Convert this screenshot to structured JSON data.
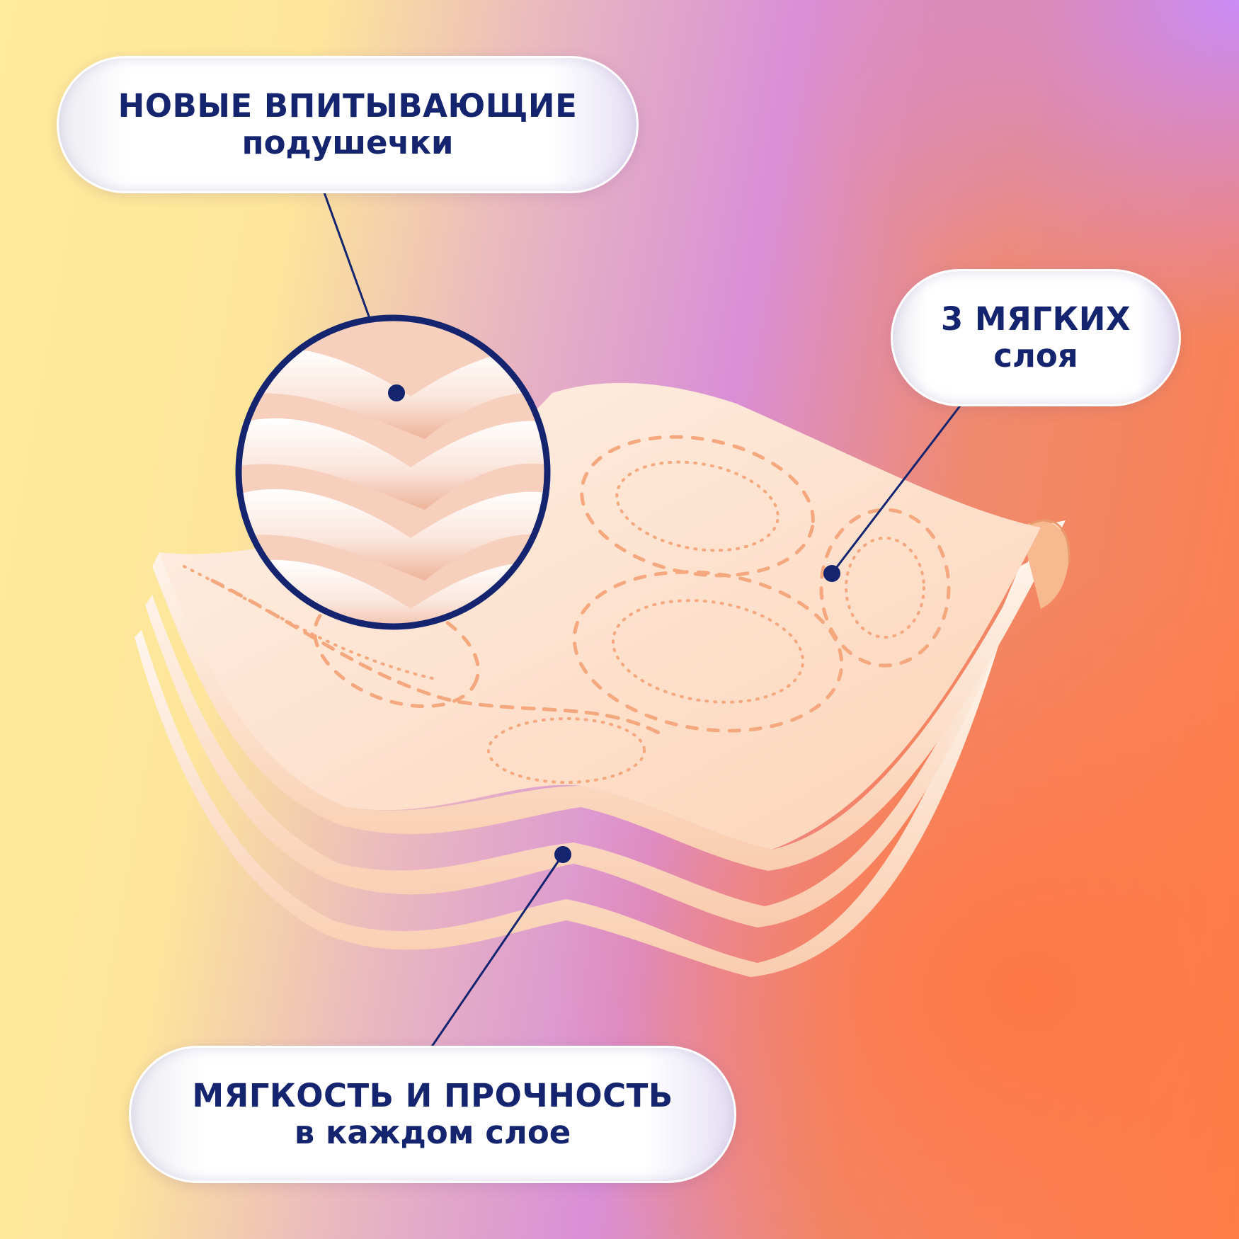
{
  "callouts": {
    "absorbent_pads": {
      "line1": "НОВЫЕ ВПИТЫВАЮЩИЕ",
      "line2": "подушечки"
    },
    "soft_layers": {
      "line1": "3 МЯГКИХ",
      "line2": "слоя"
    },
    "softness_strength": {
      "line1": "МЯГКОСТЬ И ПРОЧНОСТЬ",
      "line2": "в каждом слое"
    }
  },
  "colors": {
    "text": "#14246e",
    "pointer": "#14246e",
    "towel": "#fde3d2",
    "emboss": "#f5a77d"
  },
  "icons": [
    "towel-illustration",
    "zoom-lens-icon"
  ]
}
